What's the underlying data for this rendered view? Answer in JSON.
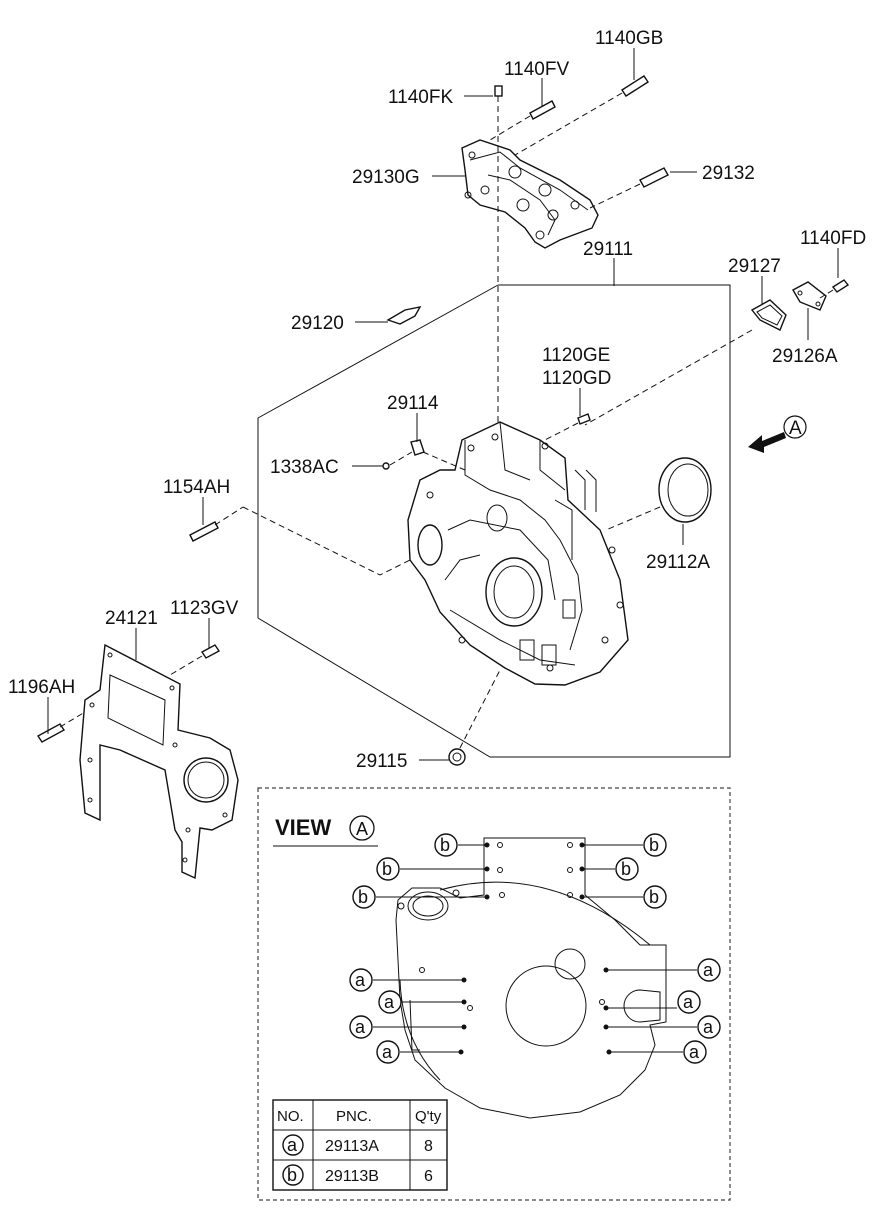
{
  "labels": {
    "p1140GB": "1140GB",
    "p1140FV": "1140FV",
    "p1140FK": "1140FK",
    "p29130G": "29130G",
    "p29132": "29132",
    "p29111": "29111",
    "p1140FD": "1140FD",
    "p29127": "29127",
    "p29126A": "29126A",
    "p29120": "29120",
    "p1120GE": "1120GE",
    "p1120GD": "1120GD",
    "p29114": "29114",
    "p1338AC": "1338AC",
    "p1154AH": "1154AH",
    "p29112A": "29112A",
    "p24121": "24121",
    "p1123GV": "1123GV",
    "p1196AH": "1196AH",
    "p29115": "29115",
    "view_arrow": "A"
  },
  "view": {
    "title": "VIEW",
    "marker": "A",
    "callout_a": "a",
    "callout_b": "b"
  },
  "table": {
    "headers": [
      "NO.",
      "PNC.",
      "Q'ty"
    ],
    "rows": [
      {
        "no": "a",
        "pnc": "29113A",
        "qty": "8"
      },
      {
        "no": "b",
        "pnc": "29113B",
        "qty": "6"
      }
    ]
  }
}
